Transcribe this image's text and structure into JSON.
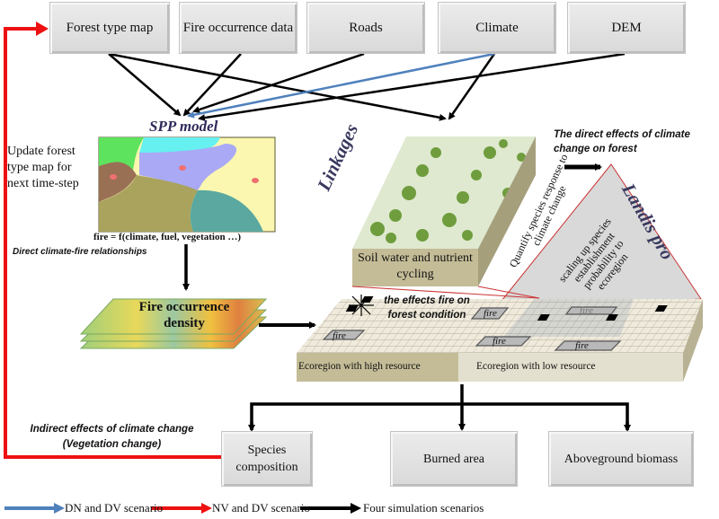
{
  "inputs": [
    {
      "id": "forest-type-map",
      "label": "Forest type map"
    },
    {
      "id": "fire-occurrence-data",
      "label": "Fire occurrence data"
    },
    {
      "id": "roads",
      "label": "Roads"
    },
    {
      "id": "climate",
      "label": "Climate"
    },
    {
      "id": "dem",
      "label": "DEM"
    }
  ],
  "spp": {
    "title": "SPP model",
    "formula": "fire = f(climate, fuel, vegetation …)",
    "update_note": "Update forest type map for next time-step",
    "direct_relationship": "Direct climate-fire relationships"
  },
  "fire_density": {
    "label": "Fire occurrence density"
  },
  "linkages": {
    "title": "Linkages",
    "soil_label": "Soil water and nutrient cycling",
    "quantify": "Quantify species response to climate change"
  },
  "landis": {
    "title": "Landis pro",
    "direct_effects": "The direct effects of climate change on forest",
    "scaling": "scaling up species establishment probability to ecoregion",
    "effects_fire": "the effects fire on forest condition",
    "fire_label": "fire",
    "eco_high": "Ecoregion with high resource",
    "eco_low": "Ecoregion with low resource"
  },
  "outputs": [
    {
      "id": "species-composition",
      "label": "Species composition"
    },
    {
      "id": "burned-area",
      "label": "Burned area"
    },
    {
      "id": "aboveground-biomass",
      "label": "Aboveground biomass"
    }
  ],
  "indirect_effects": {
    "line1": "Indirect effects of climate change",
    "line2": "(Vegetation change)"
  },
  "legend": [
    {
      "label": "DN and DV scenario",
      "color": "#4f81bd"
    },
    {
      "label": "NV and DV scenario",
      "color": "#ee1111"
    },
    {
      "label": "Four simulation scenarios",
      "color": "#000000"
    }
  ],
  "colors": {
    "feedback": "#ee1111",
    "climate_link": "#4f81bd",
    "flow": "#000000",
    "spp_title": "#2e2a5a"
  }
}
